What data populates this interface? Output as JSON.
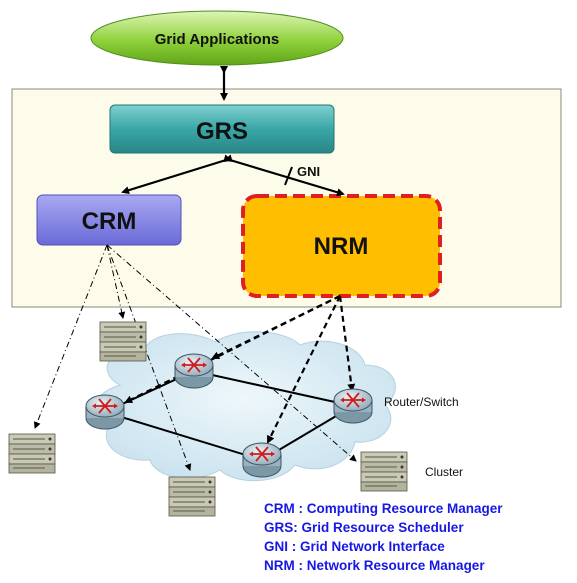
{
  "nodes": {
    "grid_apps": "Grid Applications",
    "grs": "GRS",
    "crm": "CRM",
    "nrm": "NRM"
  },
  "labels": {
    "gni": "GNI",
    "router": "Router/Switch",
    "cluster": "Cluster"
  },
  "legend": [
    {
      "abbr": "CRM :",
      "text": "Computing Resource Manager"
    },
    {
      "abbr": "GRS:",
      "text": "Grid Resource Scheduler"
    },
    {
      "abbr": "GNI :",
      "text": "Grid Network Interface"
    },
    {
      "abbr": "NRM :",
      "text": "Network Resource Manager"
    }
  ],
  "colors": {
    "grid_apps": "#8fd13b",
    "grs": "#3aa6a6",
    "crm": "#7a7ae0",
    "nrm": "#ffbf00",
    "nrm_border": "#e02020",
    "middleware_bg": "#fdfbe9",
    "cloud": "#d6eaf3",
    "legend_text": "#1717e6"
  },
  "icons": {
    "router": "router-icon",
    "server": "server-rack-icon"
  }
}
